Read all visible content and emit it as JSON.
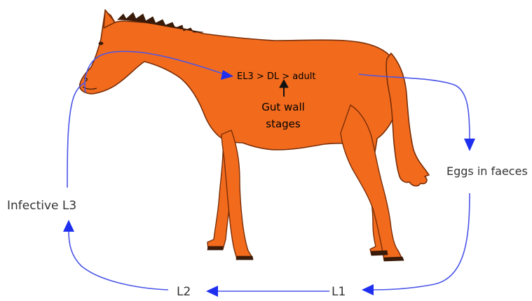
{
  "stages": {
    "internal": "EL3 > DL > adult",
    "gut_wall_line1": "Gut wall",
    "gut_wall_line2": "stages",
    "eggs": "Eggs in faeces",
    "l1": "L1",
    "l2": "L2",
    "infective": "Infective L3"
  },
  "colors": {
    "horse": "#f26b1d",
    "arrows": "#1f2ff0"
  },
  "icons": [
    "horse-silhouette"
  ]
}
